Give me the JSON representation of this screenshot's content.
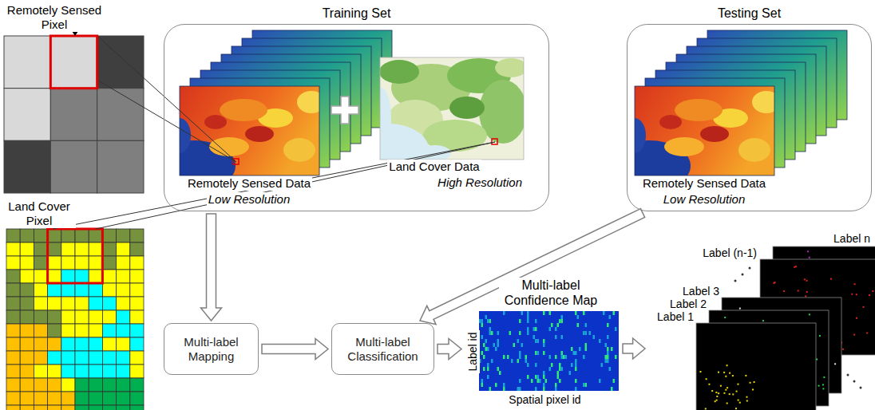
{
  "diagram": {
    "nodes": [
      {
        "text": [
          "Remotely Sensed Pixel"
        ]
      },
      {
        "text": [
          "Training Set"
        ]
      },
      {
        "text": [
          "Remotely Sensed Data",
          "Low Resolution"
        ],
        "in": 1
      },
      {
        "text": [
          "Land Cover Data",
          "High Resolution"
        ],
        "in": 1
      },
      {
        "text": [
          "Testing Set"
        ]
      },
      {
        "text": [
          "Remotely Sensed Data",
          "Low Resolution"
        ],
        "in": 4
      },
      {
        "text": [
          "Land Cover Pixel"
        ]
      },
      {
        "text": [
          "Multi-label Mapping"
        ]
      },
      {
        "text": [
          "Multi-label Classification"
        ]
      },
      {
        "text": [
          "Multi-label Confidence Map",
          "Label id",
          "Spatial pixel id"
        ]
      },
      {
        "text": [
          "Label n",
          "Label (n-1)",
          "Label 3",
          "Label 2",
          "Label 1"
        ]
      }
    ],
    "edges": [
      {
        "from": 1,
        "to": 7,
        "arrow": "to"
      },
      {
        "from": 7,
        "to": 8,
        "arrow": "to"
      },
      {
        "from": 4,
        "to": 8,
        "arrow": "to"
      },
      {
        "from": 8,
        "to": 9,
        "arrow": "to"
      },
      {
        "from": 9,
        "to": 10,
        "arrow": "to"
      },
      {
        "from": 0,
        "to": 2,
        "arrow": "none"
      },
      {
        "from": 3,
        "to": 6,
        "arrow": "none"
      }
    ]
  }
}
